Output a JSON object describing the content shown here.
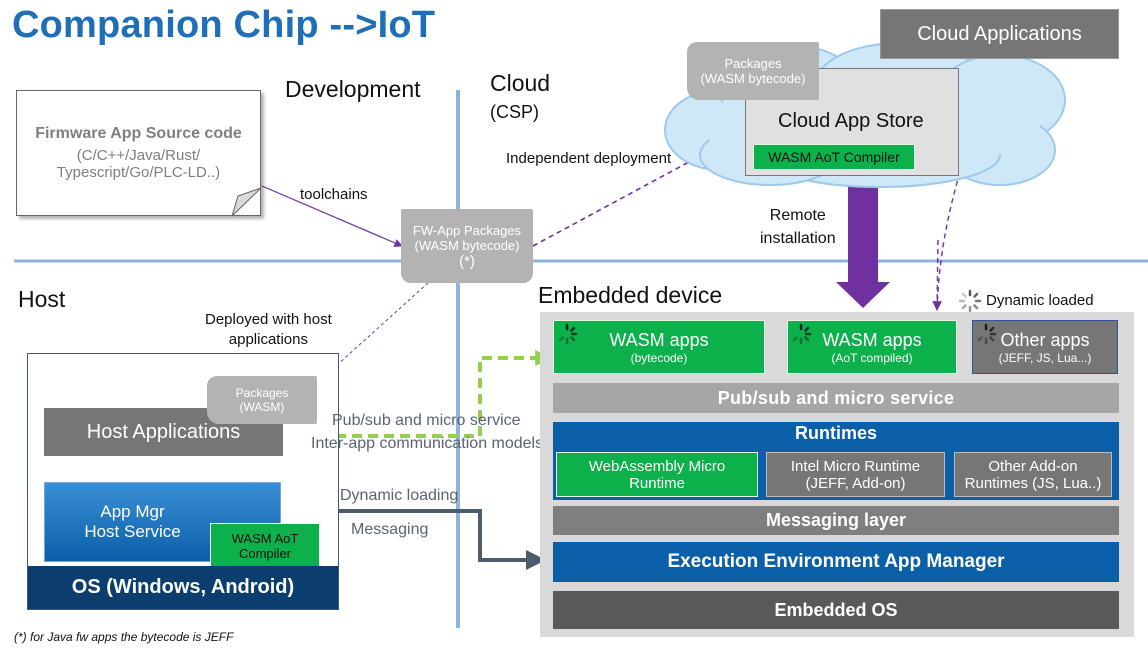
{
  "title": "Companion Chip -->IoT",
  "regions": {
    "development": "Development",
    "cloud": "Cloud",
    "cloud_sub": "(CSP)",
    "host": "Host",
    "embedded": "Embedded device"
  },
  "firmware": {
    "title": "Firmware App Source code",
    "line1": "(C/C++/Java/Rust/",
    "line2": "Typescript/Go/PLC-LD..)"
  },
  "labels": {
    "toolchains": "toolchains",
    "independent_deployment": "Independent deployment",
    "remote_installation_1": "Remote",
    "remote_installation_2": "installation",
    "deployed_host_1": "Deployed with host",
    "deployed_host_2": "applications",
    "dynamic_loaded": "Dynamic loaded",
    "pubsub_micro": "Pub/sub and micro service",
    "inter_app": "Inter-app communication models",
    "dynamic_loading": "Dynamic loading",
    "messaging": "Messaging",
    "footnote": "(*) for Java fw apps the bytecode is JEFF"
  },
  "fw_package": {
    "line1": "FW-App Packages",
    "line2": "(WASM bytecode)",
    "line3": "(*)"
  },
  "cloud_pkg": {
    "line1": "Packages",
    "line2": "(WASM bytecode)"
  },
  "cloud_store": {
    "title": "Cloud App Store",
    "compiler": "WASM AoT Compiler"
  },
  "cloud_apps": "Cloud Applications",
  "host": {
    "pkg_line1": "Packages",
    "pkg_line2": "(WASM)",
    "host_apps": "Host Applications",
    "app_mgr_1": "App Mgr",
    "app_mgr_2": "Host Service",
    "compiler_1": "WASM AoT",
    "compiler_2": "Compiler",
    "os": "OS (Windows, Android)"
  },
  "embedded": {
    "wasm_apps_1": {
      "title": "WASM apps",
      "sub": "(bytecode)"
    },
    "wasm_apps_2": {
      "title": "WASM apps",
      "sub": "(AoT compiled)"
    },
    "other_apps": {
      "title": "Other apps",
      "sub": "(JEFF, JS, Lua...)"
    },
    "pubsub": "Pub/sub and micro service",
    "runtimes": "Runtimes",
    "wamr_1": "WebAssembly Micro",
    "wamr_2": "Runtime",
    "intel_1": "Intel Micro Runtime",
    "intel_2": "(JEFF, Add-on)",
    "addon_1": "Other Add-on",
    "addon_2": "Runtimes (JS, Lua..)",
    "messaging_layer": "Messaging layer",
    "exec_env": "Execution Environment App Manager",
    "embedded_os": "Embedded OS"
  },
  "colors": {
    "title": "#1f6fb8",
    "green": "#0db14b",
    "blue": "#0a5fa8",
    "purple": "#7030a0",
    "divider": "#9dc3e6"
  }
}
